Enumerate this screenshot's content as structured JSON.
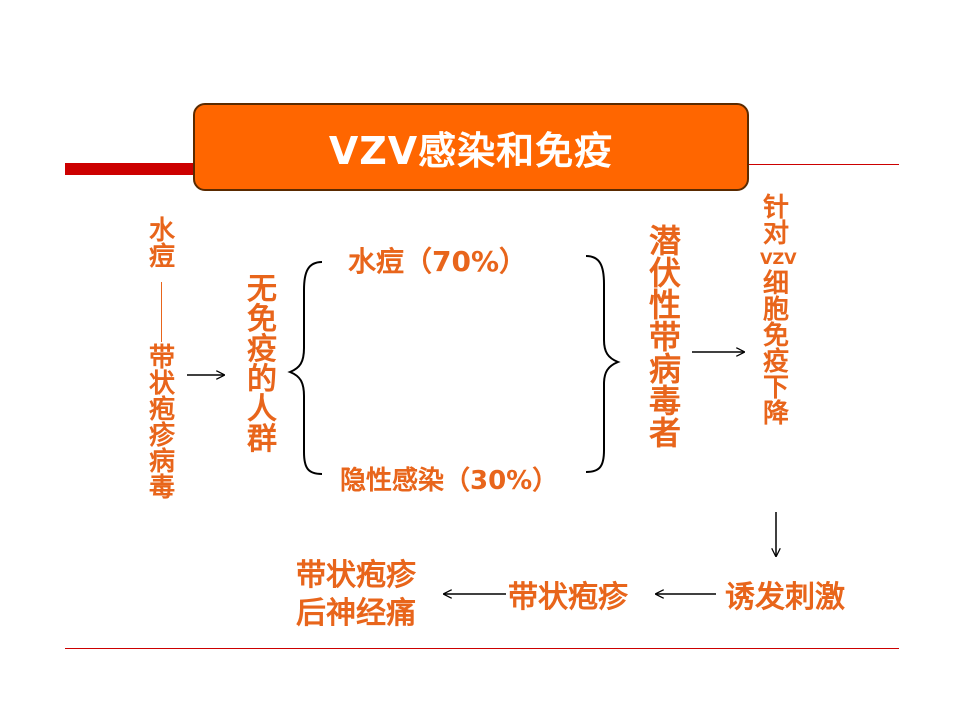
{
  "title": "VZV感染和免疫",
  "virus_label_top": "水痘",
  "virus_label_bottom": "带状疱疹病毒",
  "no_immunity": "无免疫的人群",
  "varicella": "水痘（70%）",
  "latent_infection": "隐性感染（30%）",
  "latent_carrier": "潜伏性带病毒者",
  "immunity_decline": "针对VZV细胞免疫下降",
  "induce": "诱发刺激",
  "zoster": "带状疱疹",
  "phn_line1": "带状疱疹",
  "phn_line2": "后神经痛",
  "colors": {
    "accent": "#ff6600",
    "text_orange": "#e8651b",
    "rule_red": "#cc0000"
  }
}
